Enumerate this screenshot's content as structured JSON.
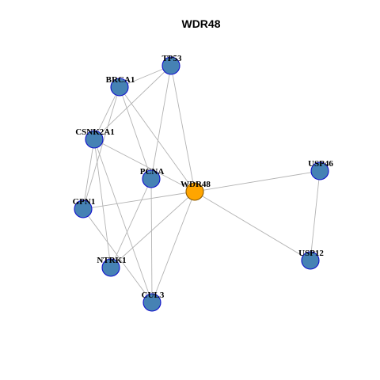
{
  "title": "WDR48",
  "colors": {
    "focus_fill": "#FFA500",
    "focus_stroke": "#8B5A00",
    "node_fill": "#4682B4",
    "node_stroke": "#1010CC",
    "edge": "#B3B3B3"
  },
  "nodes": [
    {
      "id": "TP53",
      "label": "TP53",
      "focus": false
    },
    {
      "id": "BRCA1",
      "label": "BRCA1",
      "focus": false
    },
    {
      "id": "CSNK2A1",
      "label": "CSNK2A1",
      "focus": false
    },
    {
      "id": "PCNA",
      "label": "PCNA",
      "focus": false
    },
    {
      "id": "WDR48",
      "label": "WDR48",
      "focus": true
    },
    {
      "id": "USP46",
      "label": "USP46",
      "focus": false
    },
    {
      "id": "GPN1",
      "label": "GPN1",
      "focus": false
    },
    {
      "id": "USP12",
      "label": "USP12",
      "focus": false
    },
    {
      "id": "NTRK1",
      "label": "NTRK1",
      "focus": false
    },
    {
      "id": "CUL3",
      "label": "CUL3",
      "focus": false
    }
  ],
  "edges": [
    [
      "TP53",
      "BRCA1"
    ],
    [
      "TP53",
      "CSNK2A1"
    ],
    [
      "TP53",
      "PCNA"
    ],
    [
      "TP53",
      "WDR48"
    ],
    [
      "BRCA1",
      "CSNK2A1"
    ],
    [
      "BRCA1",
      "PCNA"
    ],
    [
      "BRCA1",
      "WDR48"
    ],
    [
      "BRCA1",
      "GPN1"
    ],
    [
      "CSNK2A1",
      "WDR48"
    ],
    [
      "CSNK2A1",
      "GPN1"
    ],
    [
      "CSNK2A1",
      "NTRK1"
    ],
    [
      "CSNK2A1",
      "CUL3"
    ],
    [
      "PCNA",
      "NTRK1"
    ],
    [
      "PCNA",
      "CUL3"
    ],
    [
      "WDR48",
      "USP46"
    ],
    [
      "WDR48",
      "USP12"
    ],
    [
      "WDR48",
      "GPN1"
    ],
    [
      "WDR48",
      "NTRK1"
    ],
    [
      "WDR48",
      "CUL3"
    ],
    [
      "USP46",
      "USP12"
    ],
    [
      "GPN1",
      "CUL3"
    ]
  ]
}
